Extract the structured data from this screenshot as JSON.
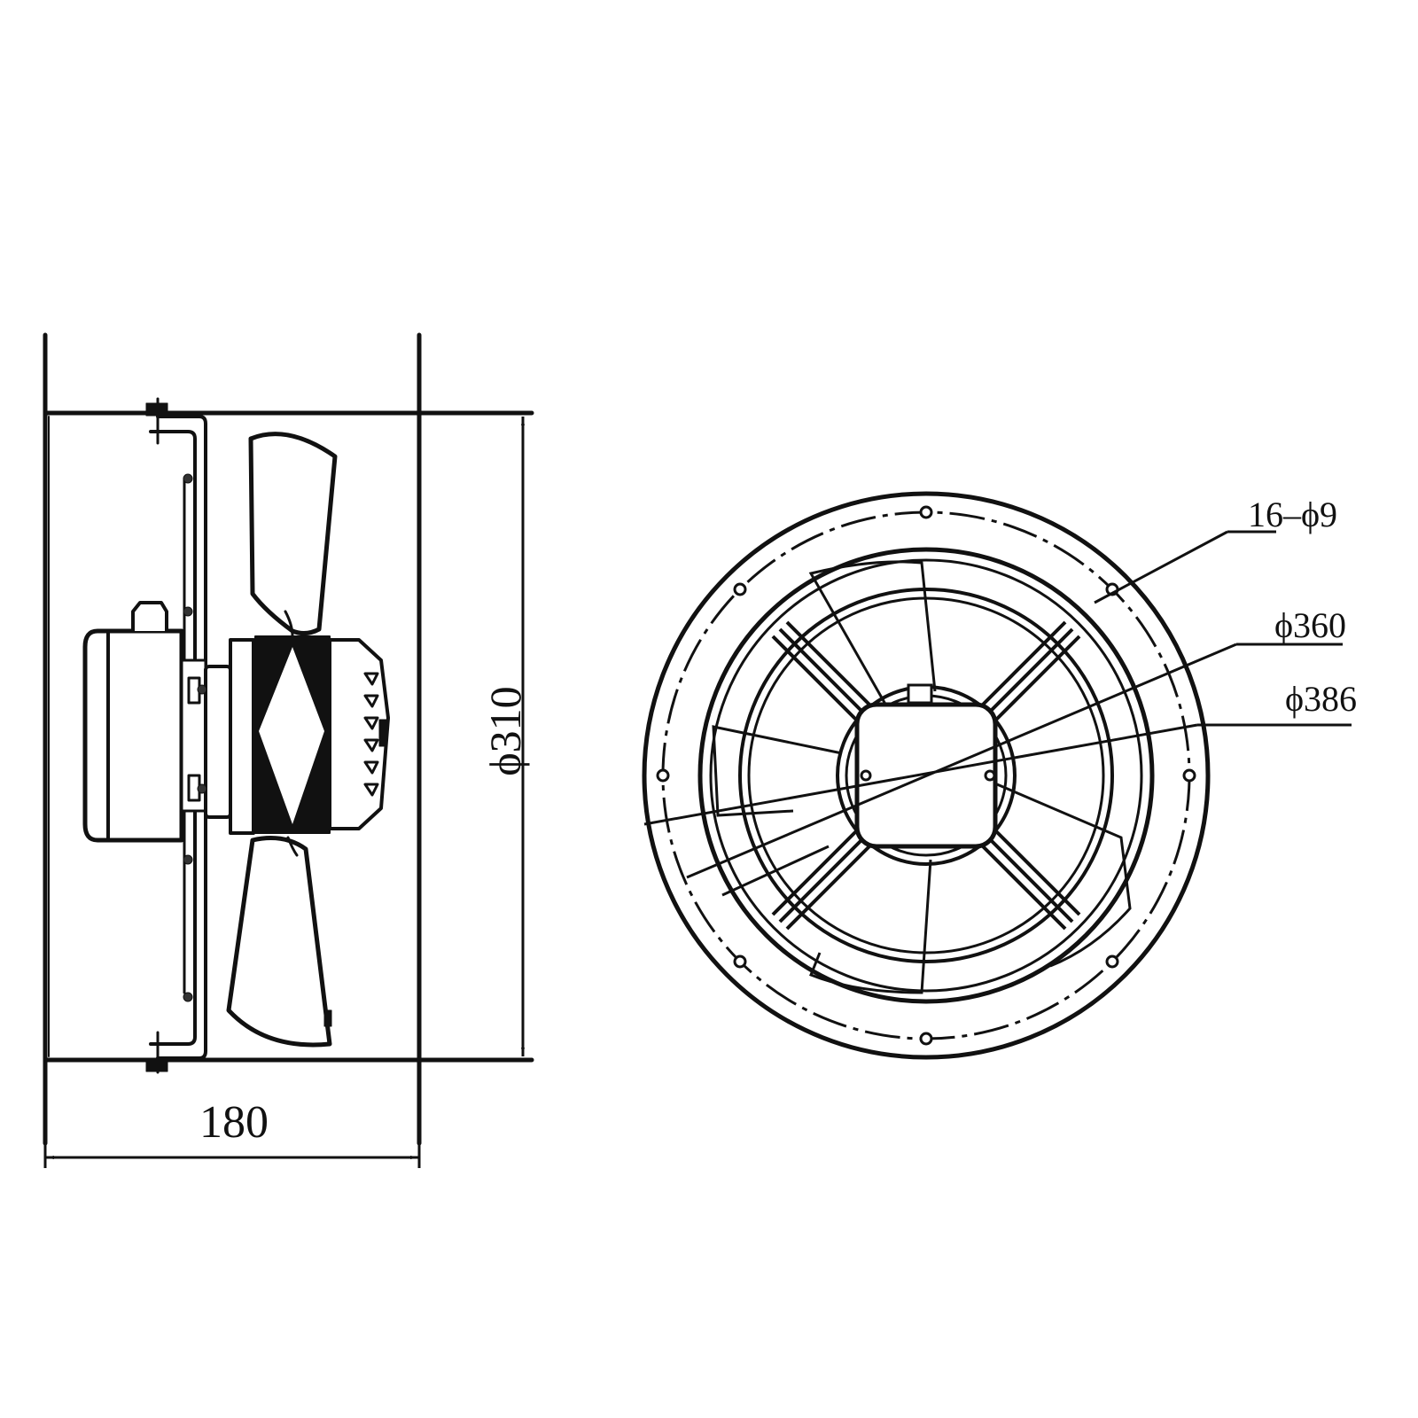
{
  "drawing": {
    "type": "technical-drawing",
    "subject": "axial duct fan",
    "views": [
      {
        "name": "side-view",
        "description": "Side section of duct fan with motor and two visible blades"
      },
      {
        "name": "front-view",
        "description": "Front view with flange, bolt circle, guard and five blades"
      }
    ]
  },
  "dimensions": {
    "length": {
      "label": "180",
      "value": 180,
      "orientation": "horizontal"
    },
    "duct_diameter": {
      "label": "ϕ310",
      "value": 310,
      "orientation": "vertical"
    },
    "bolt_holes": {
      "label": "16–ϕ9",
      "count": 16,
      "diameter": 9
    },
    "bolt_circle_diameter": {
      "label": "ϕ360",
      "value": 360
    },
    "flange_outer_diameter": {
      "label": "ϕ386",
      "value": 386
    }
  },
  "colors": {
    "line": "#111111",
    "background": "#ffffff"
  }
}
